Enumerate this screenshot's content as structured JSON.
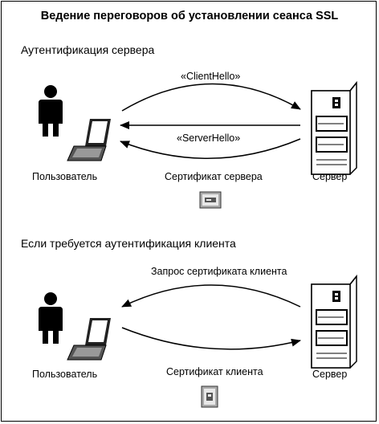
{
  "title": "Ведение переговоров об установлении сеанса SSL",
  "section1": {
    "heading": "Аутентификация сервера",
    "client_hello": "«ClientHello»",
    "server_hello": "«ServerHello»",
    "certificate": "Сертификат сервера",
    "user_label": "Пользователь",
    "server_label": "Сервер"
  },
  "section2": {
    "heading": "Если требуется аутентификация клиента",
    "request": "Запрос сертификата клиента",
    "certificate": "Сертификат клиента",
    "user_label": "Пользователь",
    "server_label": "Сервер"
  }
}
